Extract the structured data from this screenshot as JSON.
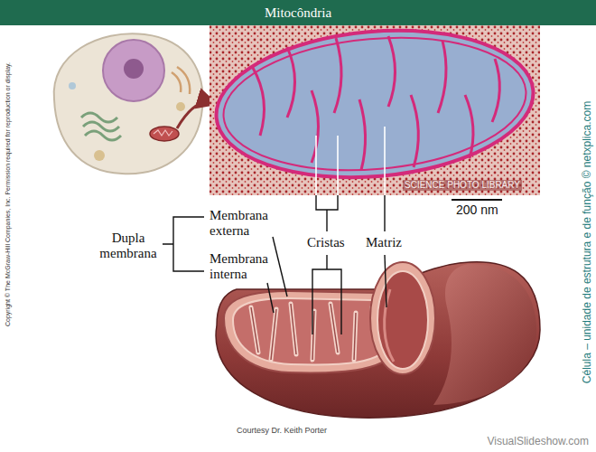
{
  "diagram": {
    "title": "Mitocôndria",
    "labels": [
      "Copyright © The McGraw-Hill Companies, Inc. Permission required for reproduction or display.",
      "SCIENCE PHOTO LIBRARY",
      "200 nm",
      "Membrana externa",
      "Dupla membrana",
      "Cristas",
      "Matriz",
      "Membrana interna",
      "Célula – unidade de estrutura e de função © netxplica.com",
      "Courtesy Dr. Keith Porter",
      "VisualSlideshow.com"
    ]
  }
}
